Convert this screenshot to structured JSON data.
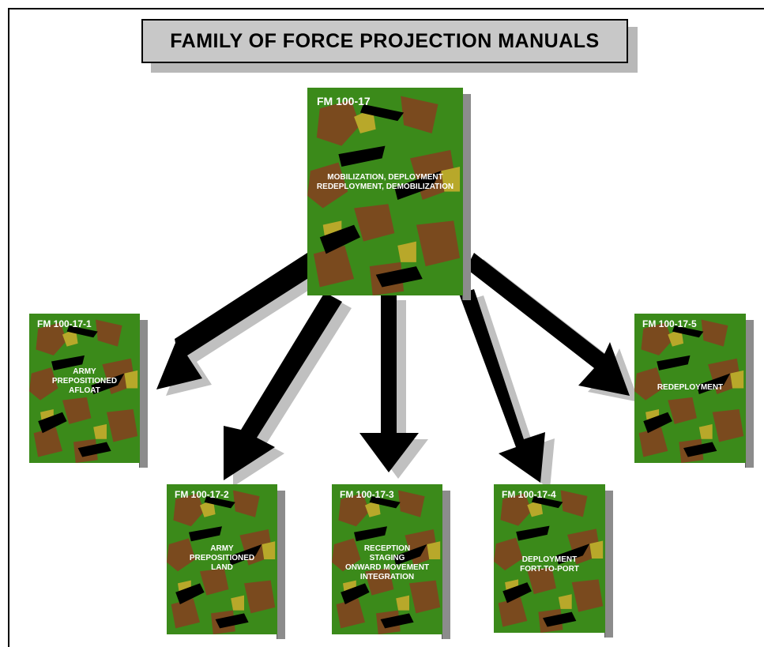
{
  "title": "FAMILY OF FORCE PROJECTION MANUALS",
  "colors": {
    "cover_green": "#3b8a1a",
    "camo_brown": "#7a4a1e",
    "camo_olive": "#b8a82a",
    "camo_black": "#000000",
    "spine_gray": "#8c8c8c",
    "title_box_gray": "#c8c8c8"
  },
  "main_book": {
    "code": "FM 100-17",
    "title_lines": [
      "MOBILIZATION, DEPLOYMENT",
      "REDEPLOYMENT, DEMOBILIZATION"
    ]
  },
  "books": [
    {
      "code": "FM 100-17-1",
      "title_lines": [
        "ARMY",
        "PREPOSITIONED",
        "AFLOAT"
      ]
    },
    {
      "code": "FM 100-17-2",
      "title_lines": [
        "ARMY",
        "PREPOSITIONED",
        "LAND"
      ]
    },
    {
      "code": "FM 100-17-3",
      "title_lines": [
        "RECEPTION",
        "STAGING",
        "ONWARD MOVEMENT",
        "INTEGRATION"
      ]
    },
    {
      "code": "FM 100-17-4",
      "title_lines": [
        "DEPLOYMENT",
        "FORT-TO-PORT"
      ]
    },
    {
      "code": "FM 100-17-5",
      "title_lines": [
        "REDEPLOYMENT"
      ]
    }
  ]
}
